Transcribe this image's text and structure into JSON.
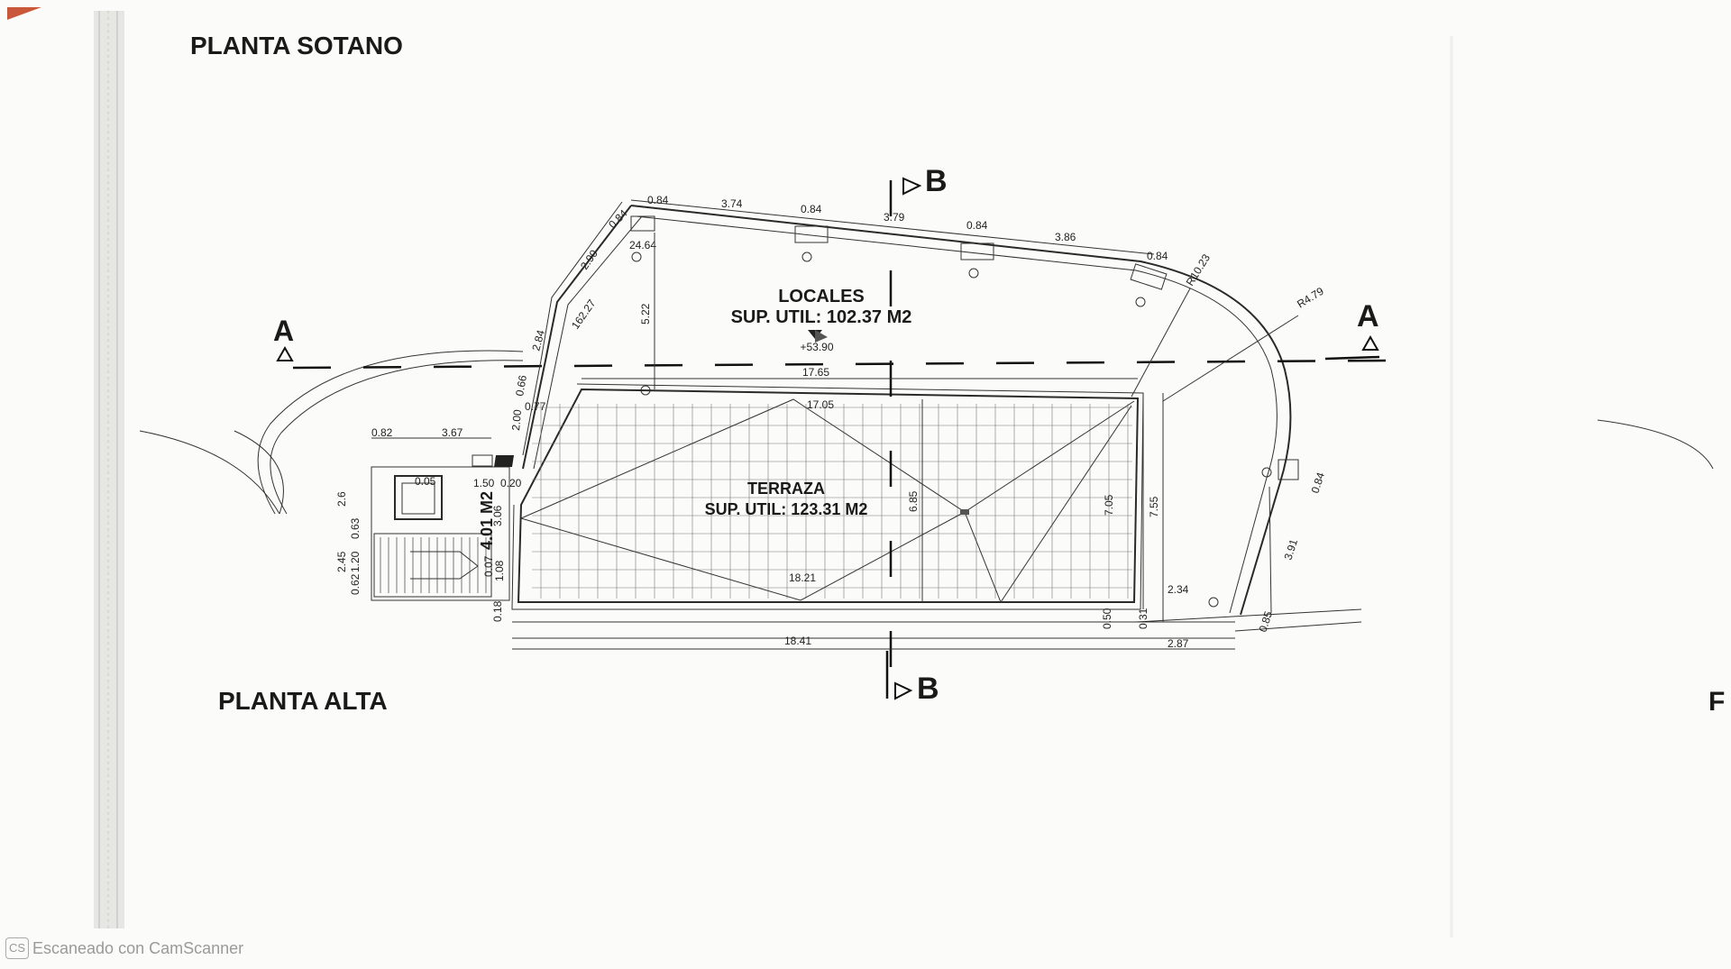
{
  "titles": {
    "planta_sotano": "PLANTA SOTANO",
    "planta_alta": "PLANTA ALTA",
    "right_edge_partial": "F"
  },
  "sections": {
    "a": "A",
    "b": "B"
  },
  "rooms": {
    "locales": {
      "name": "LOCALES",
      "area": "SUP. UTIL: 102.37 M2",
      "level": "+53.90"
    },
    "terraza": {
      "name": "TERRAZA",
      "area": "SUP. UTIL: 123.31 M2"
    },
    "stair_area": "4.01 M2"
  },
  "dimensions": {
    "top": [
      "0.84",
      "3.74",
      "0.84",
      "3.79",
      "0.84",
      "3.86",
      "0.84"
    ],
    "radii": [
      "R10.23",
      "R4.79"
    ],
    "left_chain": [
      "0.84",
      "2.90",
      "2.84",
      "0.66",
      "2.00",
      "0.77",
      "162.27",
      "24.64"
    ],
    "vertical": [
      "5.22",
      "6.85",
      "7.05",
      "7.55",
      "3.91",
      "0.84",
      "0.85"
    ],
    "horizontal": [
      "17.65",
      "17.05",
      "18.21",
      "18.41",
      "2.34",
      "2.87"
    ],
    "stair": [
      "0.82",
      "3.67",
      "1.50",
      "0.20",
      "2.6",
      "2.45",
      "1.20",
      "0.63",
      "0.62",
      "3.06",
      "0.07",
      "1.08",
      "0.18",
      "0.50",
      "0.31",
      "0.05"
    ]
  },
  "watermark": {
    "badge": "CS",
    "text": "Escaneado con CamScanner"
  }
}
